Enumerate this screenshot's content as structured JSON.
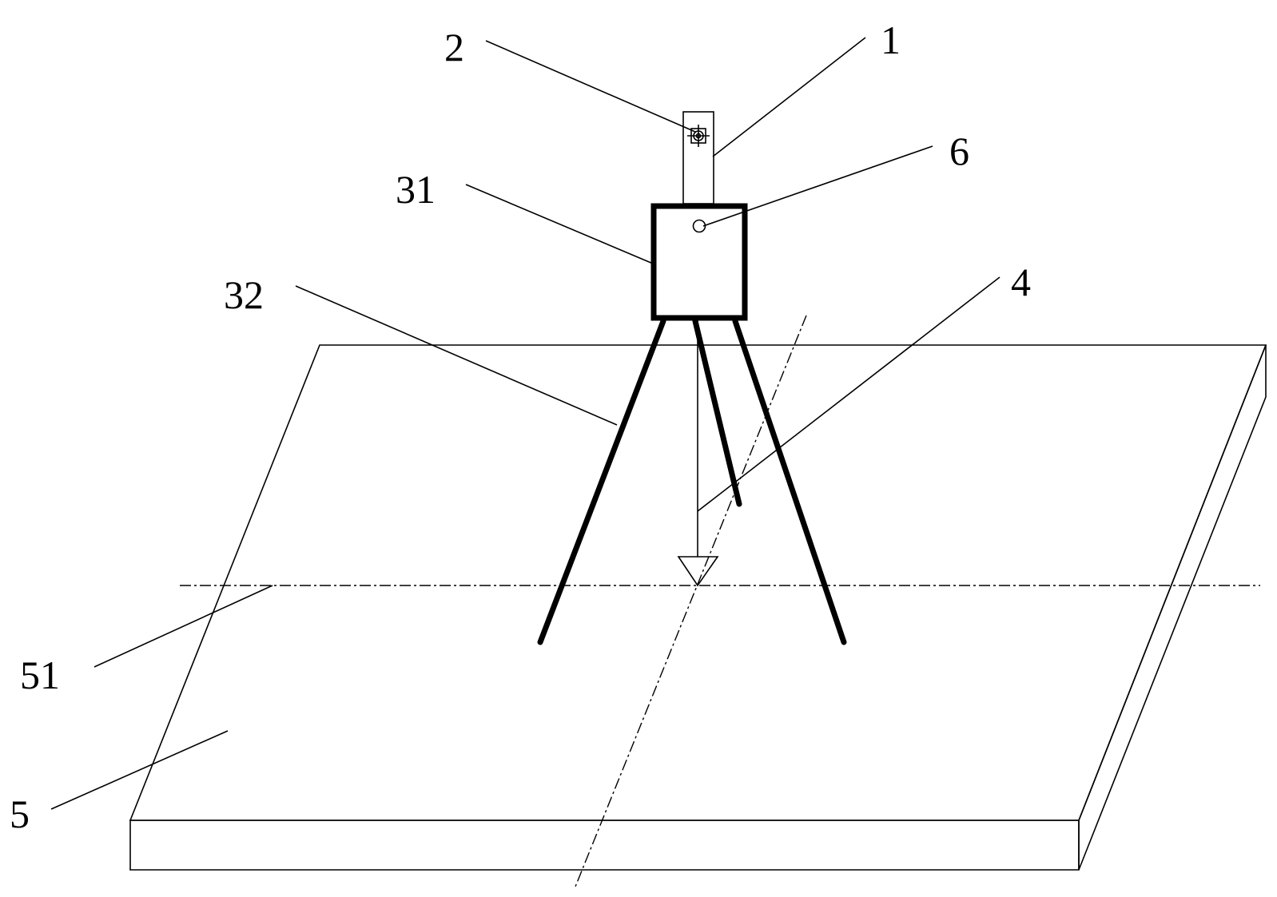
{
  "labels": {
    "rod": "1",
    "target": "2",
    "housing": "31",
    "legs": "32",
    "plumb_line": "4",
    "plate": "5",
    "reference_line": "51",
    "hole": "6"
  },
  "colors": {
    "stroke": "#000000",
    "background": "#ffffff"
  }
}
